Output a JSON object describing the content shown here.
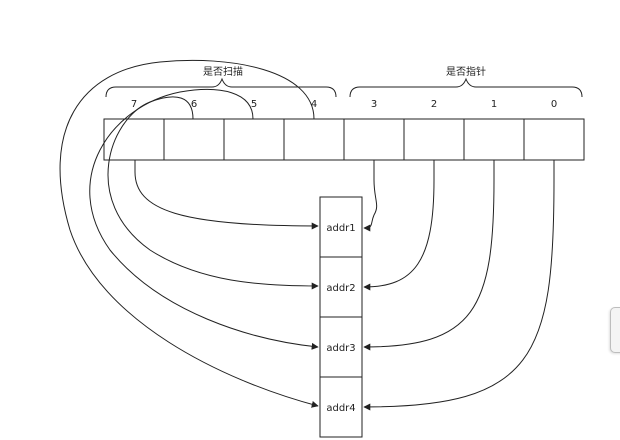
{
  "groups": {
    "scan_label": "是否扫描",
    "pointer_label": "是否指针"
  },
  "bits": [
    "7",
    "6",
    "5",
    "4",
    "3",
    "2",
    "1",
    "0"
  ],
  "addrs": [
    "addr1",
    "addr2",
    "addr3",
    "addr4"
  ],
  "links": [
    {
      "from": "3",
      "to": "addr1"
    },
    {
      "from": "2",
      "to": "addr2"
    },
    {
      "from": "1",
      "to": "addr3"
    },
    {
      "from": "0",
      "to": "addr4"
    },
    {
      "from": "7",
      "to": "addr1"
    },
    {
      "from": "6",
      "to": "addr2"
    },
    {
      "from": "5",
      "to": "addr3"
    },
    {
      "from": "4",
      "to": "addr4"
    }
  ],
  "colors": {
    "line": "#222222",
    "background": "#ffffff"
  }
}
